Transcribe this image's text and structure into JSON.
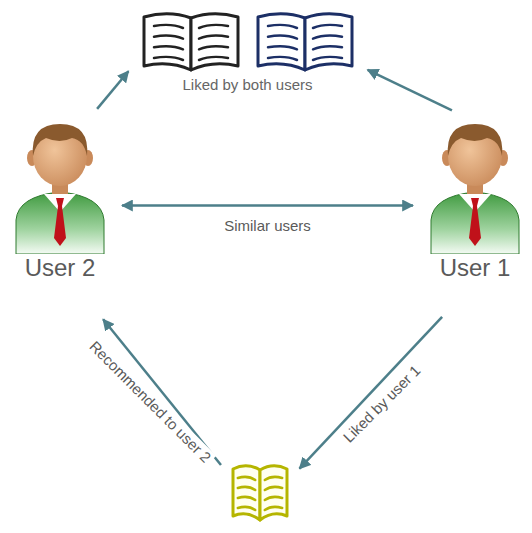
{
  "diagram": {
    "nodes": [
      {
        "text": [
          "Liked by both users"
        ]
      },
      {
        "text": [
          "User 2"
        ]
      },
      {
        "text": [
          "User 1"
        ]
      },
      {
        "text": []
      }
    ],
    "edges": [
      {
        "from": 1,
        "to": 0,
        "arrow": "to"
      },
      {
        "from": 2,
        "to": 0,
        "arrow": "to"
      },
      {
        "from": 1,
        "to": 2,
        "arrow": "both",
        "label": "Similar users"
      },
      {
        "from": 2,
        "to": 3,
        "arrow": "to",
        "label": "Liked by user 1"
      },
      {
        "from": 3,
        "to": 1,
        "arrow": "to",
        "label": "Recommended to user 2"
      }
    ]
  }
}
